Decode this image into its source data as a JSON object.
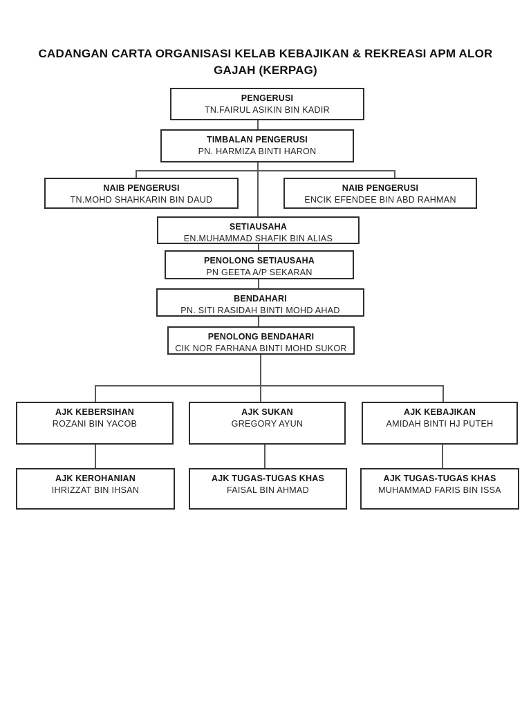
{
  "page": {
    "title_line1": "CADANGAN CARTA ORGANISASI KELAB KEBAJIKAN & REKREASI APM ALOR",
    "title_line2": "GAJAH (KERPAG)"
  },
  "colors": {
    "background": "#ffffff",
    "box_border": "#2e2e2e",
    "connector": "#595959",
    "text": "#1a1a1a"
  },
  "org": {
    "type": "org-chart",
    "nodes": [
      {
        "id": "pengerusi",
        "role": "PENGERUSI",
        "name": "TN.FAIRUL ASIKIN BIN KADIR"
      },
      {
        "id": "timbalan-pengerusi",
        "role": "TIMBALAN PENGERUSI",
        "name": "PN. HARMIZA BINTI HARON"
      },
      {
        "id": "naib-pengerusi-1",
        "role": "NAIB PENGERUSI",
        "name": "TN.MOHD SHAHKARIN BIN DAUD"
      },
      {
        "id": "naib-pengerusi-2",
        "role": "NAIB PENGERUSI",
        "name": "ENCIK EFENDEE BIN ABD RAHMAN"
      },
      {
        "id": "setiausaha",
        "role": "SETIAUSAHA",
        "name": "EN.MUHAMMAD SHAFIK BIN ALIAS"
      },
      {
        "id": "penolong-setiausaha",
        "role": "PENOLONG SETIAUSAHA",
        "name": "PN GEETA A/P SEKARAN"
      },
      {
        "id": "bendahari",
        "role": "BENDAHARI",
        "name": "PN. SITI RASIDAH BINTI MOHD AHAD"
      },
      {
        "id": "penolong-bendahari",
        "role": "PENOLONG BENDAHARI",
        "name": "CIK NOR FARHANA BINTI MOHD SUKOR"
      },
      {
        "id": "ajk-kebersihan",
        "role": "AJK KEBERSIHAN",
        "name": "ROZANI BIN YACOB"
      },
      {
        "id": "ajk-sukan",
        "role": "AJK SUKAN",
        "name": "GREGORY AYUN"
      },
      {
        "id": "ajk-kebajikan",
        "role": "AJK KEBAJIKAN",
        "name": "AMIDAH BINTI HJ PUTEH"
      },
      {
        "id": "ajk-kerohanian",
        "role": "AJK KEROHANIAN",
        "name": "IHRIZZAT BIN IHSAN"
      },
      {
        "id": "ajk-tugas-tugas-khas-1",
        "role": "AJK TUGAS-TUGAS KHAS",
        "name": "FAISAL BIN AHMAD"
      },
      {
        "id": "ajk-tugas-tugas-khas-2",
        "role": "AJK TUGAS-TUGAS KHAS",
        "name": "MUHAMMAD FARIS  BIN ISSA"
      }
    ]
  }
}
